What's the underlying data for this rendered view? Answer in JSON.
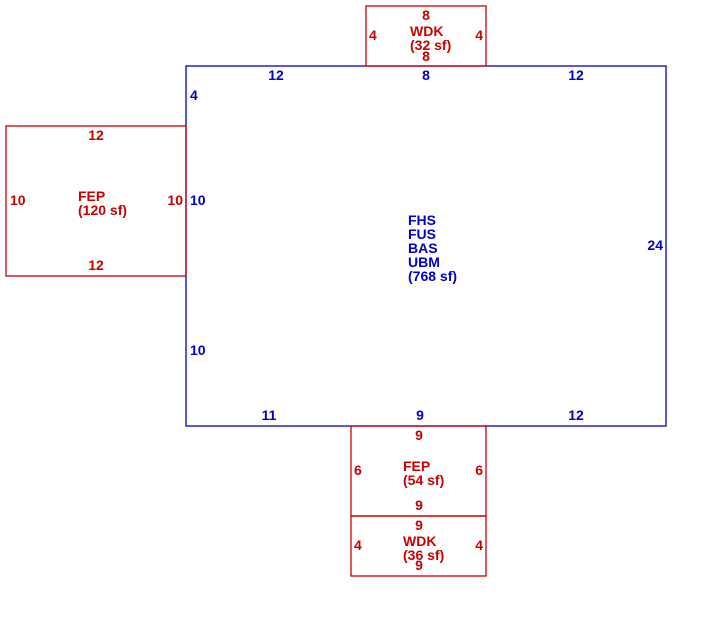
{
  "colors": {
    "main": "#0000cc",
    "addition": "#cc0000"
  },
  "main_area": {
    "codes": [
      "FHS",
      "FUS",
      "BAS",
      "UBM"
    ],
    "area": "(768 sf)",
    "dims": {
      "top_left": "12",
      "top_mid": "8",
      "top_right": "12",
      "left_top": "4",
      "left_mid": "10",
      "left_bottom": "10",
      "right": "24",
      "bottom_left": "11",
      "bottom_mid": "9",
      "bottom_right": "12"
    }
  },
  "wdk_top": {
    "code": "WDK",
    "area": "(32 sf)",
    "dims": {
      "top": "8",
      "bottom": "8",
      "left": "4",
      "right": "4"
    }
  },
  "fep_left": {
    "code": "FEP",
    "area": "(120 sf)",
    "dims": {
      "top": "12",
      "bottom": "12",
      "left": "10",
      "right": "10"
    }
  },
  "fep_bottom": {
    "code": "FEP",
    "area": "(54 sf)",
    "dims": {
      "top": "9",
      "bottom": "9",
      "left": "6",
      "right": "6"
    }
  },
  "wdk_bottom": {
    "code": "WDK",
    "area": "(36 sf)",
    "dims": {
      "top": "9",
      "bottom": "9",
      "left": "4",
      "right": "4"
    }
  }
}
